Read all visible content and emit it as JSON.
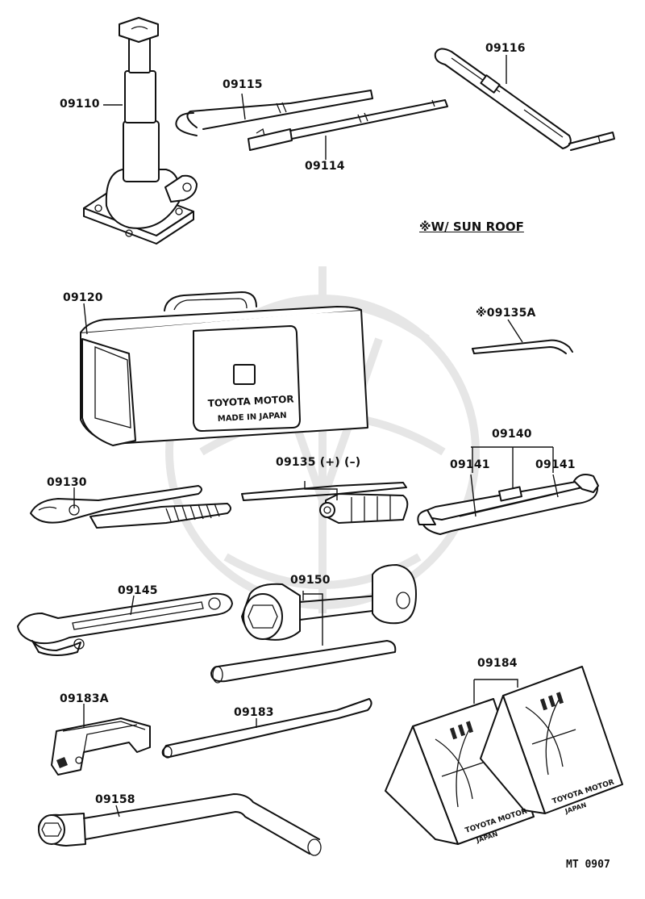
{
  "labels": {
    "p09110": "09110",
    "p09115": "09115",
    "p09114": "09114",
    "p09116": "09116",
    "p09120": "09120",
    "p09135A": "※09135A",
    "p09130": "09130",
    "p09135": "09135 (+) (–)",
    "p09140": "09140",
    "p09141a": "09141",
    "p09141b": "09141",
    "p09145": "09145",
    "p09150": "09150",
    "p09183A": "09183A",
    "p09183": "09183",
    "p09184": "09184",
    "p09158": "09158"
  },
  "note": "※W/ SUN  ROOF",
  "footer": "MT  0907",
  "bag": {
    "brand_line1": "TOYOTA MOTOR",
    "brand_line2": "MADE IN JAPAN"
  },
  "chocks": {
    "brand_line1": "TOYOTA MOTOR",
    "brand_line2": "JAPAN"
  }
}
